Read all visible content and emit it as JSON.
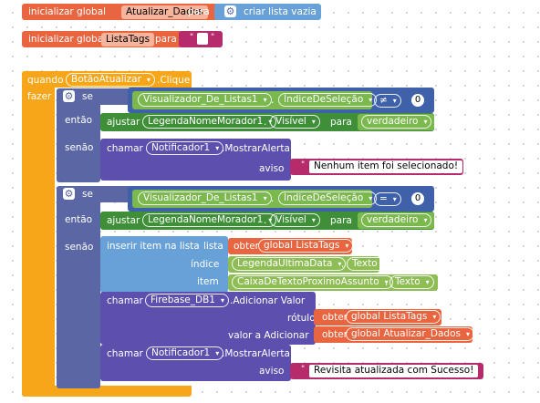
{
  "init1": {
    "prefix": "inicializar global",
    "var": "Atualizar_Dados",
    "to": "para",
    "value": "criar lista vazia"
  },
  "init2": {
    "prefix": "inicializar global",
    "var": "ListaTags",
    "to": "para",
    "value": ""
  },
  "event": {
    "when": "quando",
    "component": "BotãoAtualizar",
    "event": ".Clique",
    "do": "fazer"
  },
  "if1": {
    "if": "se",
    "then": "então",
    "else": "senão",
    "cond": {
      "component": "Visualizador_De_Listas1",
      "prop": "ÍndiceDeSeleção",
      "op": "≠",
      "value": "0"
    },
    "set": {
      "label": "ajustar",
      "component": "LegendaNomeMorador1",
      "prop": "Visível",
      "to": "para",
      "value": "verdadeiro"
    },
    "call": {
      "label": "chamar",
      "component": "Notificador1",
      "method": ".MostrarAlerta",
      "arg": "aviso",
      "msg": "Nenhum item foi selecionado!"
    }
  },
  "if2": {
    "if": "se",
    "then": "então",
    "else": "senão",
    "cond": {
      "component": "Visualizador_De_Listas1",
      "prop": "ÍndiceDeSeleção",
      "op": "=",
      "value": "0"
    },
    "set": {
      "label": "ajustar",
      "component": "LegendaNomeMorador1",
      "prop": "Visível",
      "to": "para",
      "value": "verdadeiro"
    },
    "insert": {
      "label": "inserir item na lista",
      "list_arg": "lista",
      "get": "obter",
      "list_var": "global ListaTags",
      "index_arg": "índice",
      "index_comp": "LegendaUltimaData",
      "index_prop": "Texto",
      "item_arg": "item",
      "item_comp": "CaixaDeTextoProximoAssunto",
      "item_prop": "Texto"
    },
    "store": {
      "label": "chamar",
      "component": "Firebase_DB1",
      "method": ".Adicionar Valor",
      "tag_arg": "rótulo",
      "tag_get": "obter",
      "tag_var": "global ListaTags",
      "val_arg": "valor a Adicionar",
      "val_get": "obter",
      "val_var": "global Atualizar_Dados"
    },
    "call": {
      "label": "chamar",
      "component": "Notificador1",
      "method": ".MostrarAlerta",
      "arg": "aviso",
      "msg": "Revisita atualizada com Sucesso!"
    }
  },
  "colors": {
    "variable": "#e9653f",
    "list": "#68a0d8",
    "event": "#f7a519",
    "control": "#5b67a5",
    "component": "#5c4fad",
    "setter": "#3f8f39",
    "logic": "#7bb84d",
    "text": "#b52b6b",
    "math": "#3f61a9",
    "getter": "#8fbd55"
  }
}
